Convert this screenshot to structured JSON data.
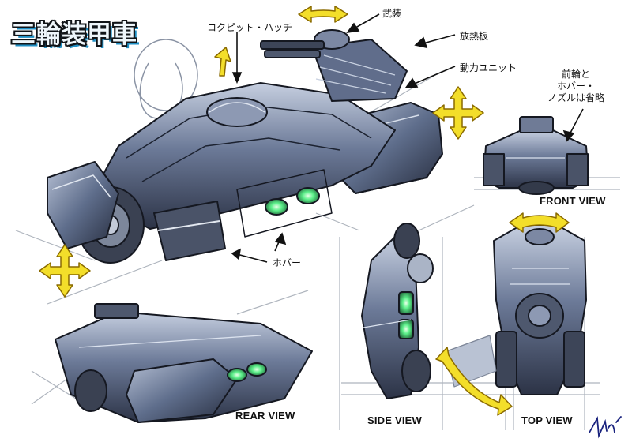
{
  "title": "三輪装甲車",
  "labels": {
    "weapon": "武装",
    "cockpit_hatch": "コクピット・ハッチ",
    "heat_sink": "放熱板",
    "power_unit": "動力ユニット",
    "hover": "ホバー"
  },
  "note": {
    "line1": "前輪と",
    "line2": "ホバー・",
    "line3": "ノズルは省略"
  },
  "views": {
    "front": "FRONT VIEW",
    "rear": "REAR VIEW",
    "side": "SIDE VIEW",
    "top": "TOP VIEW"
  },
  "colors": {
    "hull": "#5f6e8c",
    "hull_dark": "#2c3346",
    "hull_light": "#c6cfe0",
    "glow": "#5cf08a",
    "arrow": "#f3de2a",
    "arrow_outline": "#8a6a00",
    "title_shadow": "#1f8fc4"
  }
}
